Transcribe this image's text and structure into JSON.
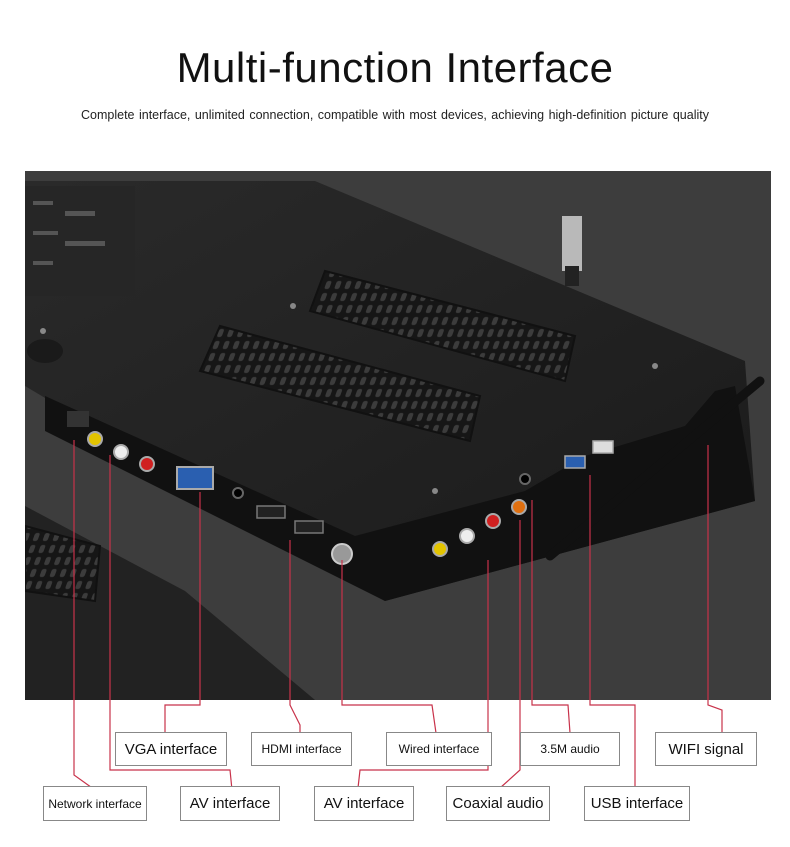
{
  "title": "Multi-function Interface",
  "subtitle": "Complete interface, unlimited connection,  compatible with most devices,  achieving high-definition picture quality",
  "labels": {
    "vga": "VGA interface",
    "hdmi": "HDMI interface",
    "wired": "Wired interface",
    "audio35": "3.5M audio",
    "wifi": "WIFI signal",
    "network": "Network interface",
    "av1": "AV interface",
    "av2": "AV interface",
    "coaxial": "Coaxial audio",
    "usb": "USB interface"
  },
  "colors": {
    "callout_line": "#c8324a",
    "callout_line_alt": "#7a7ab8"
  }
}
